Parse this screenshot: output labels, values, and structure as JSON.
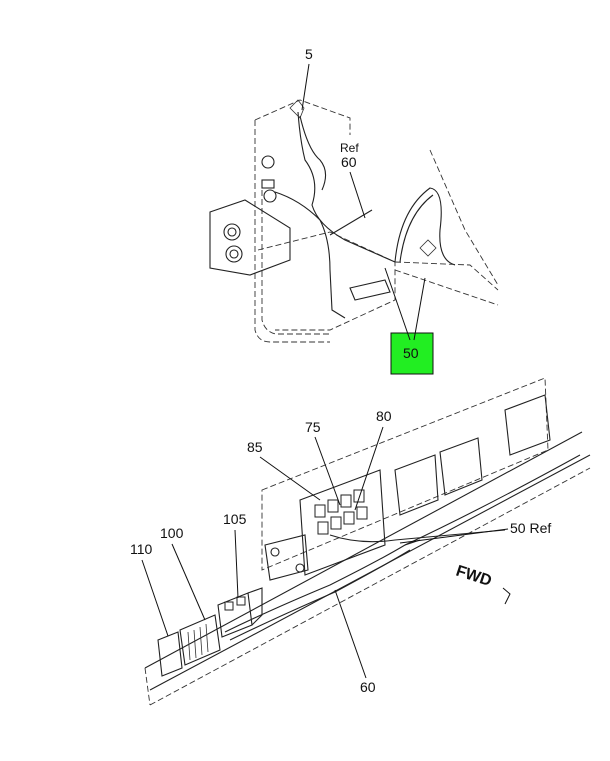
{
  "top_view": {
    "callouts": [
      {
        "id": "c5",
        "text": "5"
      },
      {
        "id": "c60ref_a",
        "text": "Ref"
      },
      {
        "id": "c60ref_b",
        "text": "60"
      },
      {
        "id": "c50",
        "text": "50"
      }
    ],
    "highlight_color": "#22ee22"
  },
  "bottom_view": {
    "callouts": [
      {
        "id": "c80",
        "text": "80"
      },
      {
        "id": "c75",
        "text": "75"
      },
      {
        "id": "c85",
        "text": "85"
      },
      {
        "id": "c105",
        "text": "105"
      },
      {
        "id": "c100",
        "text": "100"
      },
      {
        "id": "c110",
        "text": "110"
      },
      {
        "id": "c50ref",
        "text": "50 Ref"
      },
      {
        "id": "c60",
        "text": "60"
      }
    ],
    "direction_label": "FWD"
  }
}
